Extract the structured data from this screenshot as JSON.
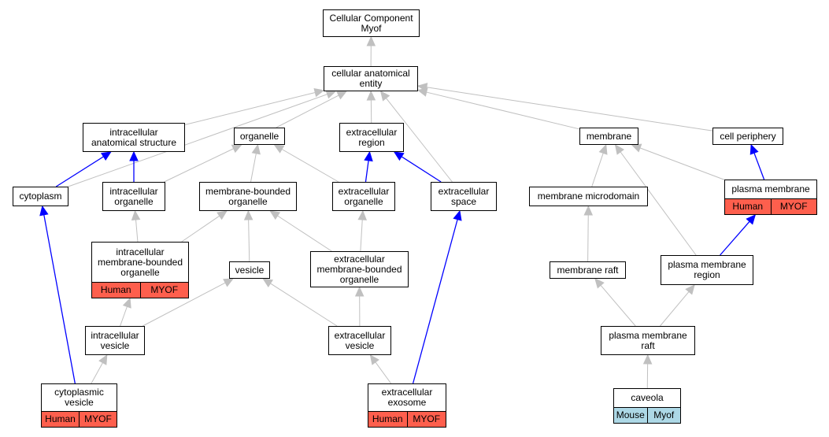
{
  "colors": {
    "gray_edge": "#c0c0c0",
    "blue_edge": "#0000ff",
    "human_tag": "#fe5f4d",
    "mouse_tag": "#add8e6"
  },
  "nodes": [
    {
      "id": "root",
      "label": "Cellular Component\nMyof"
    },
    {
      "id": "cae",
      "label": "cellular anatomical\nentity"
    },
    {
      "id": "ias",
      "label": "intracellular\nanatomical structure"
    },
    {
      "id": "organelle",
      "label": "organelle"
    },
    {
      "id": "ecr",
      "label": "extracellular\nregion"
    },
    {
      "id": "membrane",
      "label": "membrane"
    },
    {
      "id": "cellper",
      "label": "cell periphery"
    },
    {
      "id": "cytoplasm",
      "label": "cytoplasm"
    },
    {
      "id": "intorg",
      "label": "intracellular\norganelle"
    },
    {
      "id": "mbo",
      "label": "membrane-bounded\norganelle"
    },
    {
      "id": "ecorg",
      "label": "extracellular\norganelle"
    },
    {
      "id": "ecspace",
      "label": "extracellular\nspace"
    },
    {
      "id": "mmd",
      "label": "membrane microdomain"
    },
    {
      "id": "pm",
      "label": "plasma membrane",
      "tags": [
        "Human",
        "MYOF"
      ]
    },
    {
      "id": "imbo",
      "label": "intracellular\nmembrane-bounded\norganelle",
      "tags": [
        "Human",
        "MYOF"
      ]
    },
    {
      "id": "vesicle",
      "label": "vesicle"
    },
    {
      "id": "embo",
      "label": "extracellular\nmembrane-bounded\norganelle"
    },
    {
      "id": "mraft",
      "label": "membrane raft"
    },
    {
      "id": "pmr",
      "label": "plasma membrane\nregion"
    },
    {
      "id": "iv",
      "label": "intracellular\nvesicle"
    },
    {
      "id": "ev",
      "label": "extracellular\nvesicle"
    },
    {
      "id": "pmraft",
      "label": "plasma membrane\nraft"
    },
    {
      "id": "cv",
      "label": "cytoplasmic\nvesicle",
      "tags": [
        "Human",
        "MYOF"
      ]
    },
    {
      "id": "exo",
      "label": "extracellular\nexosome",
      "tags": [
        "Human",
        "MYOF"
      ]
    },
    {
      "id": "caveola",
      "label": "caveola",
      "tags": [
        "Mouse",
        "Myof"
      ]
    }
  ],
  "edges": [
    {
      "from": "cae",
      "to": "root",
      "type": "gray"
    },
    {
      "from": "ias",
      "to": "cae",
      "type": "gray"
    },
    {
      "from": "organelle",
      "to": "cae",
      "type": "gray"
    },
    {
      "from": "ecr",
      "to": "cae",
      "type": "gray"
    },
    {
      "from": "ecspace",
      "to": "cae",
      "type": "gray"
    },
    {
      "from": "membrane",
      "to": "cae",
      "type": "gray"
    },
    {
      "from": "cellper",
      "to": "cae",
      "type": "gray"
    },
    {
      "from": "cytoplasm",
      "to": "cae",
      "type": "gray"
    },
    {
      "from": "cytoplasm",
      "to": "ias",
      "type": "blue"
    },
    {
      "from": "intorg",
      "to": "ias",
      "type": "blue"
    },
    {
      "from": "intorg",
      "to": "organelle",
      "type": "gray"
    },
    {
      "from": "mbo",
      "to": "organelle",
      "type": "gray"
    },
    {
      "from": "ecorg",
      "to": "organelle",
      "type": "gray"
    },
    {
      "from": "ecorg",
      "to": "ecr",
      "type": "blue"
    },
    {
      "from": "ecspace",
      "to": "ecr",
      "type": "blue"
    },
    {
      "from": "mmd",
      "to": "membrane",
      "type": "gray"
    },
    {
      "from": "pm",
      "to": "membrane",
      "type": "gray"
    },
    {
      "from": "pm",
      "to": "cellper",
      "type": "blue"
    },
    {
      "from": "imbo",
      "to": "intorg",
      "type": "gray"
    },
    {
      "from": "imbo",
      "to": "mbo",
      "type": "gray"
    },
    {
      "from": "vesicle",
      "to": "mbo",
      "type": "gray"
    },
    {
      "from": "embo",
      "to": "mbo",
      "type": "gray"
    },
    {
      "from": "embo",
      "to": "ecorg",
      "type": "gray"
    },
    {
      "from": "mraft",
      "to": "mmd",
      "type": "gray"
    },
    {
      "from": "pmr",
      "to": "membrane",
      "type": "gray"
    },
    {
      "from": "pmr",
      "to": "pm",
      "type": "blue"
    },
    {
      "from": "iv",
      "to": "imbo",
      "type": "gray"
    },
    {
      "from": "iv",
      "to": "vesicle",
      "type": "gray"
    },
    {
      "from": "ev",
      "to": "vesicle",
      "type": "gray"
    },
    {
      "from": "ev",
      "to": "embo",
      "type": "gray"
    },
    {
      "from": "pmraft",
      "to": "mraft",
      "type": "gray"
    },
    {
      "from": "pmraft",
      "to": "pmr",
      "type": "gray"
    },
    {
      "from": "cv",
      "to": "iv",
      "type": "gray"
    },
    {
      "from": "cv",
      "to": "cytoplasm",
      "type": "blue"
    },
    {
      "from": "exo",
      "to": "ev",
      "type": "gray"
    },
    {
      "from": "exo",
      "to": "ecspace",
      "type": "blue"
    },
    {
      "from": "caveola",
      "to": "pmraft",
      "type": "gray"
    }
  ]
}
